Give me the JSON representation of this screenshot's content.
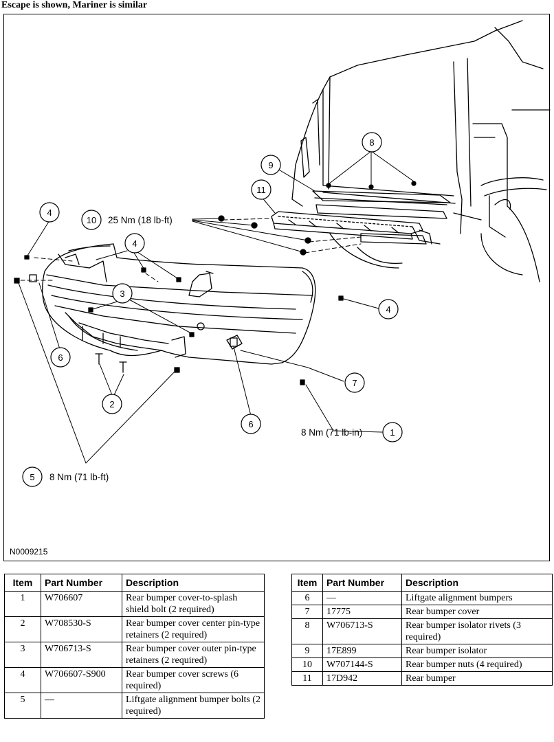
{
  "title": "Escape is shown, Mariner is similar",
  "figure_id": "N0009215",
  "callouts": [
    {
      "num": "1",
      "text": "8 Nm (71 lb-in)"
    },
    {
      "num": "2",
      "text": ""
    },
    {
      "num": "3",
      "text": ""
    },
    {
      "num": "4",
      "text": ""
    },
    {
      "num": "5",
      "text": "8 Nm (71 lb-ft)"
    },
    {
      "num": "6",
      "text": ""
    },
    {
      "num": "7",
      "text": ""
    },
    {
      "num": "8",
      "text": ""
    },
    {
      "num": "9",
      "text": ""
    },
    {
      "num": "10",
      "text": "25 Nm (18 lb-ft)"
    },
    {
      "num": "11",
      "text": ""
    }
  ],
  "table_headers": {
    "item": "Item",
    "part_number": "Part Number",
    "description": "Description"
  },
  "parts_left": [
    {
      "item": "1",
      "part": "W706607",
      "desc": "Rear bumper cover-to-splash shield bolt (2 required)"
    },
    {
      "item": "2",
      "part": "W708530-S",
      "desc": "Rear bumper cover center pin-type retainers (2 required)"
    },
    {
      "item": "3",
      "part": "W706713-S",
      "desc": "Rear bumper cover outer pin-type retainers (2 required)"
    },
    {
      "item": "4",
      "part": "W706607-S900",
      "desc": "Rear bumper cover screws (6 required)"
    },
    {
      "item": "5",
      "part": "—",
      "desc": "Liftgate alignment bumper bolts (2 required)"
    }
  ],
  "parts_right": [
    {
      "item": "6",
      "part": "—",
      "desc": "Liftgate alignment bumpers"
    },
    {
      "item": "7",
      "part": "17775",
      "desc": "Rear bumper cover"
    },
    {
      "item": "8",
      "part": "W706713-S",
      "desc": "Rear bumper isolator rivets (3 required)"
    },
    {
      "item": "9",
      "part": "17E899",
      "desc": "Rear bumper isolator"
    },
    {
      "item": "10",
      "part": "W707144-S",
      "desc": "Rear bumper nuts (4 required)"
    },
    {
      "item": "11",
      "part": "17D942",
      "desc": "Rear bumper"
    }
  ]
}
